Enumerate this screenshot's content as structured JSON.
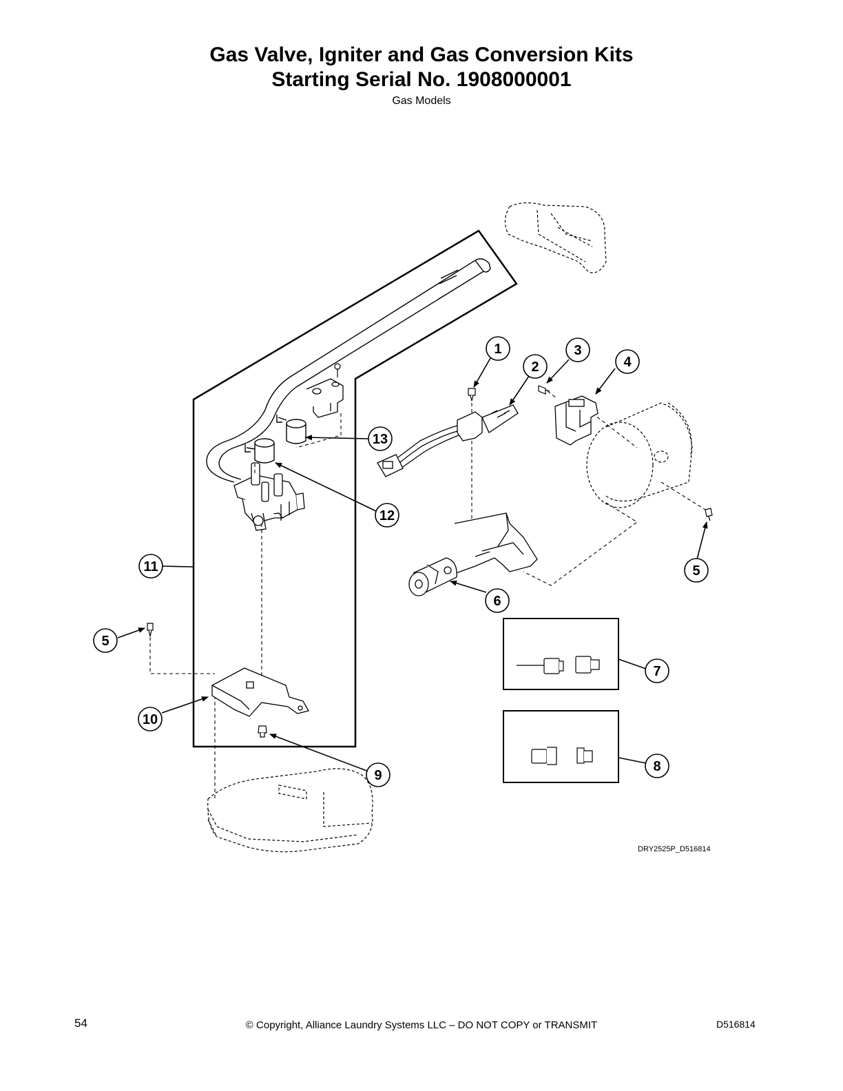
{
  "header": {
    "title_line1": "Gas Valve, Igniter and Gas Conversion Kits",
    "title_line2": "Starting Serial No. 1908000001",
    "subtitle": "Gas Models"
  },
  "diagram": {
    "callouts": [
      "1",
      "2",
      "3",
      "4",
      "5",
      "6",
      "7",
      "8",
      "9",
      "10",
      "11",
      "12",
      "13"
    ],
    "drawing_code": "DRY2525P_D516814"
  },
  "footer": {
    "page_number": "54",
    "copyright": "© Copyright, Alliance Laundry Systems LLC – DO NOT COPY or TRANSMIT",
    "document_number": "D516814"
  }
}
